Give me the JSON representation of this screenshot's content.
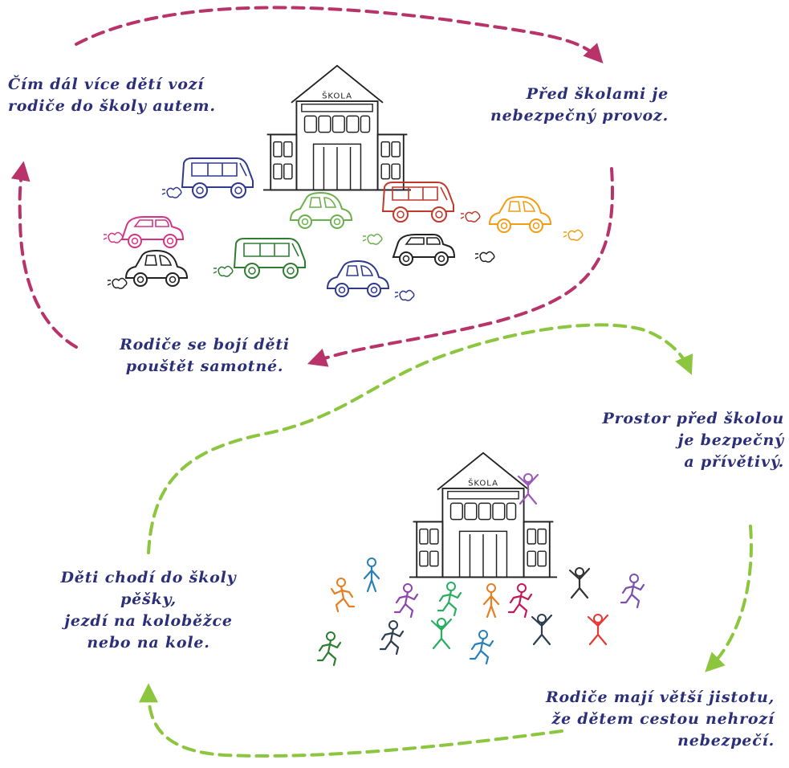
{
  "colors": {
    "text": "#2b2f7a",
    "bad_cycle_arrows": "#b8336a",
    "good_cycle_arrows": "#8cc63f",
    "outline": "#222222"
  },
  "top_cycle": {
    "school_sign": "ŠKOLA",
    "statements": [
      [
        "Čím dál více dětí vozí",
        "rodiče do školy autem."
      ],
      [
        "Před školami je",
        "nebezpečný provoz."
      ],
      [
        "Rodiče se bojí děti",
        "pouštět samotné."
      ]
    ]
  },
  "bottom_cycle": {
    "school_sign": "ŠKOLA",
    "statements": [
      [
        "Prostor před školou",
        "je bezpečný",
        "a přívětivý."
      ],
      [
        "Rodiče mají větší jistotu,",
        "že dětem cestou nehrozí",
        "nebezpečí."
      ],
      [
        "Děti chodí do školy",
        "pěšky,",
        "jezdí na koloběžce",
        "nebo na kole."
      ]
    ]
  },
  "icons": {
    "top_school": "school-building-icon",
    "bottom_school": "school-building-icon",
    "cars": "car-icon",
    "children": "child-figure-icon"
  }
}
